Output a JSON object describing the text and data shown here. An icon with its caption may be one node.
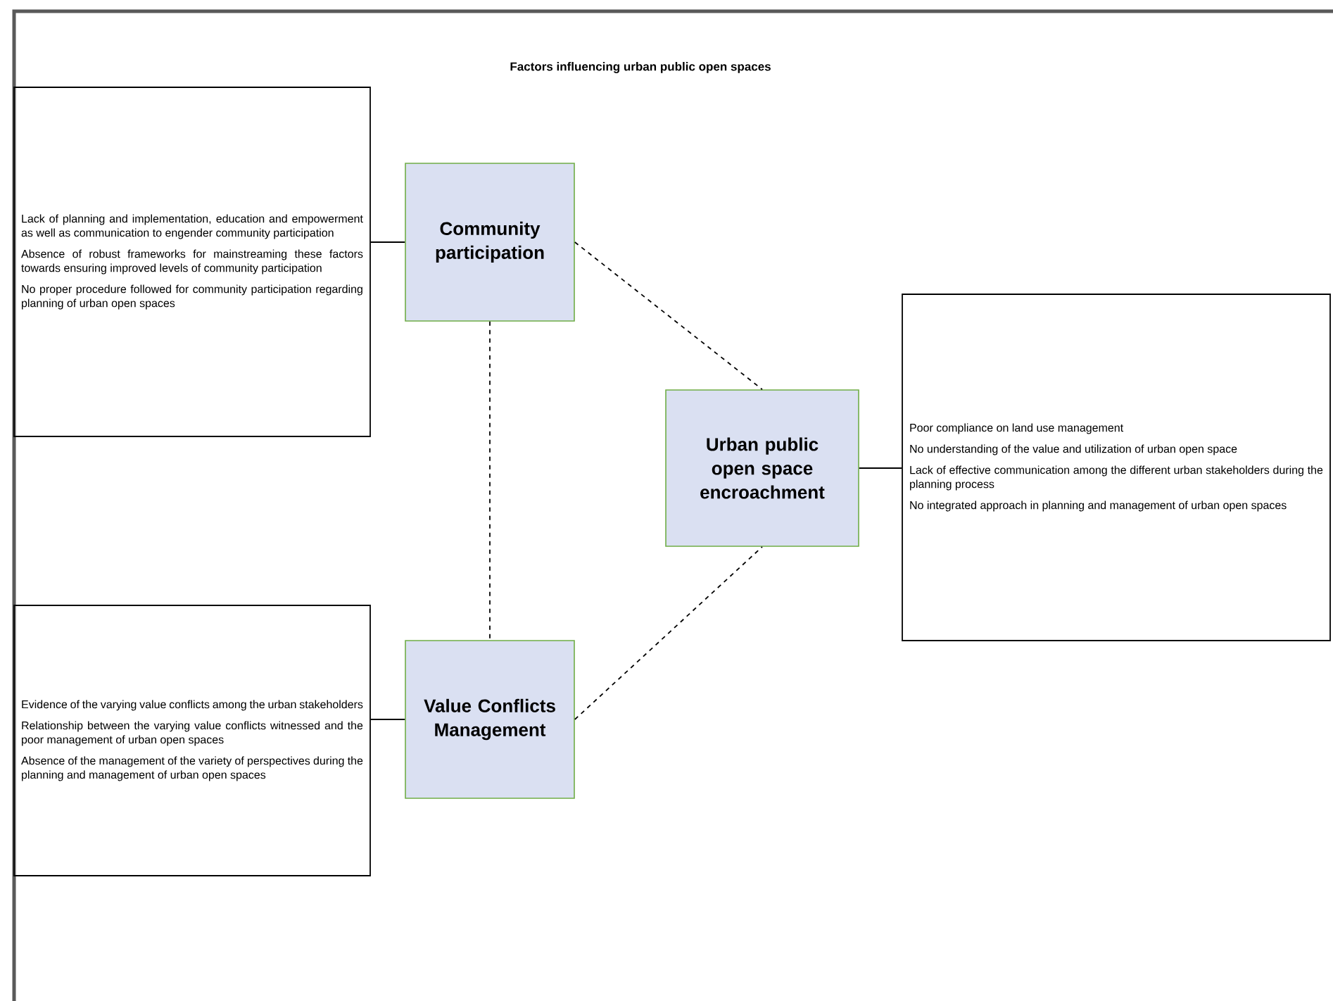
{
  "diagram": {
    "title": "Factors influencing urban public open spaces",
    "nodes": [
      {
        "text": [
          "Lack of planning and implementation, education and empowerment as well as communication to engender community participation",
          "Absence of robust frameworks for mainstreaming these factors towards ensuring improved levels of community participation",
          "No proper procedure followed for community participation regarding planning of urban open spaces"
        ]
      },
      {
        "text": [
          "Community participation"
        ]
      },
      {
        "text": [
          "Urban public open space encroachment"
        ]
      },
      {
        "text": [
          "Poor compliance on land use management",
          "No understanding of the value and utilization of urban open space",
          "Lack of effective communication among the different urban stakeholders during the planning process",
          "No integrated approach in planning and management of urban open spaces"
        ]
      },
      {
        "text": [
          "Evidence of the varying value conflicts among the urban stakeholders",
          "Relationship between the varying value conflicts witnessed and the poor management of urban open spaces",
          "Absence of the management of the variety of perspectives during the planning and management of urban open spaces"
        ]
      },
      {
        "text": [
          "Value Conflicts Management"
        ]
      }
    ],
    "edges": [
      {
        "from": 0,
        "to": 1,
        "arrow": "none"
      },
      {
        "from": 1,
        "to": 2,
        "arrow": "none",
        "style": "dashed"
      },
      {
        "from": 1,
        "to": 5,
        "arrow": "none",
        "style": "dashed"
      },
      {
        "from": 2,
        "to": 3,
        "arrow": "none"
      },
      {
        "from": 4,
        "to": 5,
        "arrow": "none"
      },
      {
        "from": 5,
        "to": 2,
        "arrow": "none",
        "style": "dashed"
      }
    ]
  }
}
